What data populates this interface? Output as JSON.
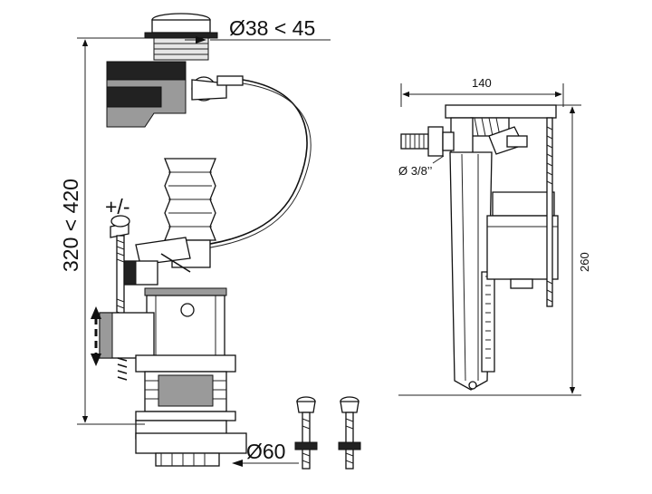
{
  "labels": {
    "top_diameter": "Ø38 < 45",
    "height_range": "320 < 420",
    "adjust": "+/-",
    "bottom_diameter": "Ø60",
    "width": "140",
    "inlet": "Ø 3/8’’",
    "height": "260"
  },
  "colors": {
    "ink": "#111111",
    "body_dark": "#222222",
    "body_grey": "#9a9a9a",
    "background": "#ffffff"
  }
}
